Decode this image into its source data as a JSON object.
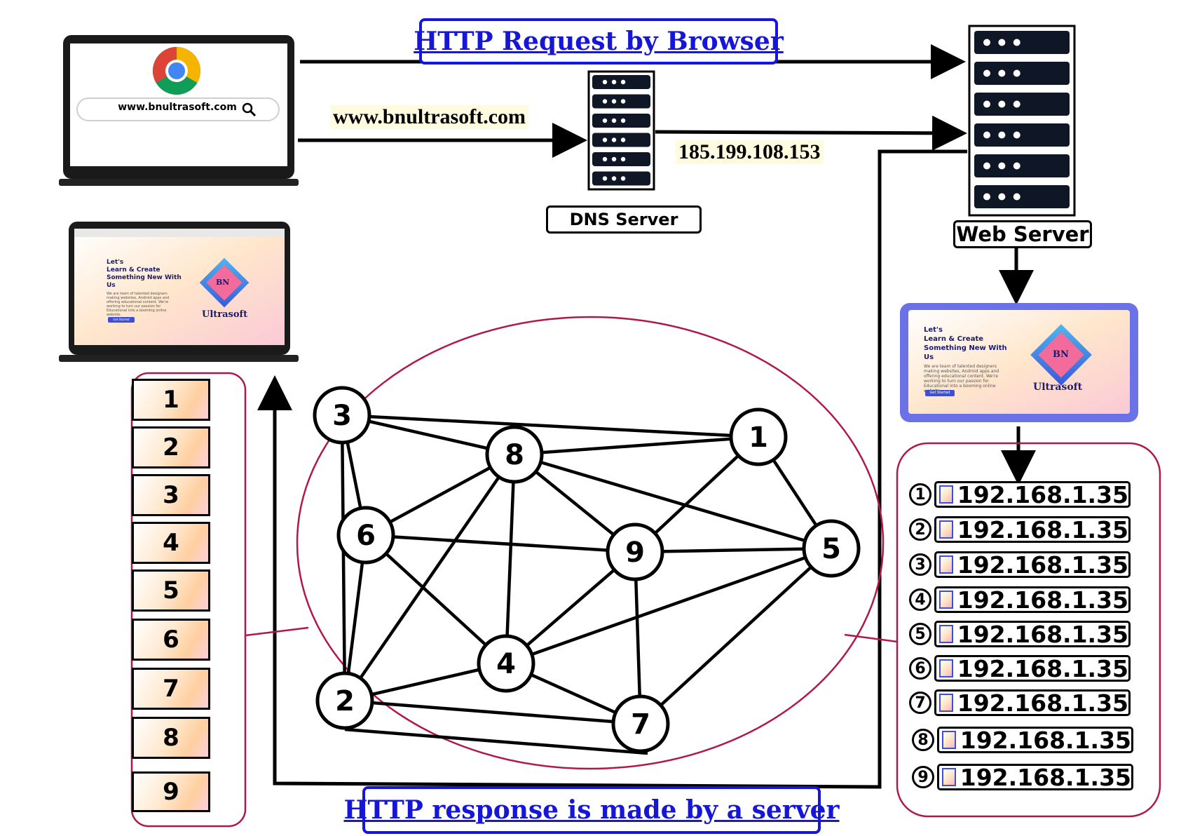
{
  "titles": {
    "request": "HTTP Request by Browser",
    "response": "HTTP response is made by a server"
  },
  "browser": {
    "url": "www.bnultrasoft.com"
  },
  "dns": {
    "domain_label": "www.bnultrasoft.com",
    "ip_label": "185.199.108.153",
    "server_label": "DNS Server"
  },
  "web_server": {
    "label": "Web Server"
  },
  "website_preview": {
    "headline_1": "Let's",
    "headline_2": "Learn & Create",
    "headline_3": "Something New With",
    "headline_4": "Us",
    "body": "We are team of talented designers making websites, Android apps and offering educational content. We're working to turn our passion for Educational into a booming online website.",
    "button": "Get Started",
    "logo_initials": "BN",
    "logo_name": "Ultrasoft"
  },
  "packets": [
    {
      "num": "1",
      "ip": "192.168.1.35"
    },
    {
      "num": "2",
      "ip": "192.168.1.35"
    },
    {
      "num": "3",
      "ip": "192.168.1.35"
    },
    {
      "num": "4",
      "ip": "192.168.1.35"
    },
    {
      "num": "5",
      "ip": "192.168.1.35"
    },
    {
      "num": "6",
      "ip": "192.168.1.35"
    },
    {
      "num": "7",
      "ip": "192.168.1.35"
    },
    {
      "num": "8",
      "ip": "192.168.1.35"
    },
    {
      "num": "9",
      "ip": "192.168.1.35"
    }
  ],
  "chunks": [
    "1",
    "2",
    "3",
    "4",
    "5",
    "6",
    "7",
    "8",
    "9"
  ],
  "network": {
    "nodes": [
      "3",
      "8",
      "1",
      "6",
      "9",
      "5",
      "4",
      "2",
      "7"
    ]
  },
  "colors": {
    "title_blue": "#1616d8",
    "group_outline": "#b0184c",
    "preview_frame": "#6b72e8"
  },
  "icons": {
    "browser_logo": "chrome-icon",
    "search": "search-icon",
    "server": "server-rack-icon"
  }
}
